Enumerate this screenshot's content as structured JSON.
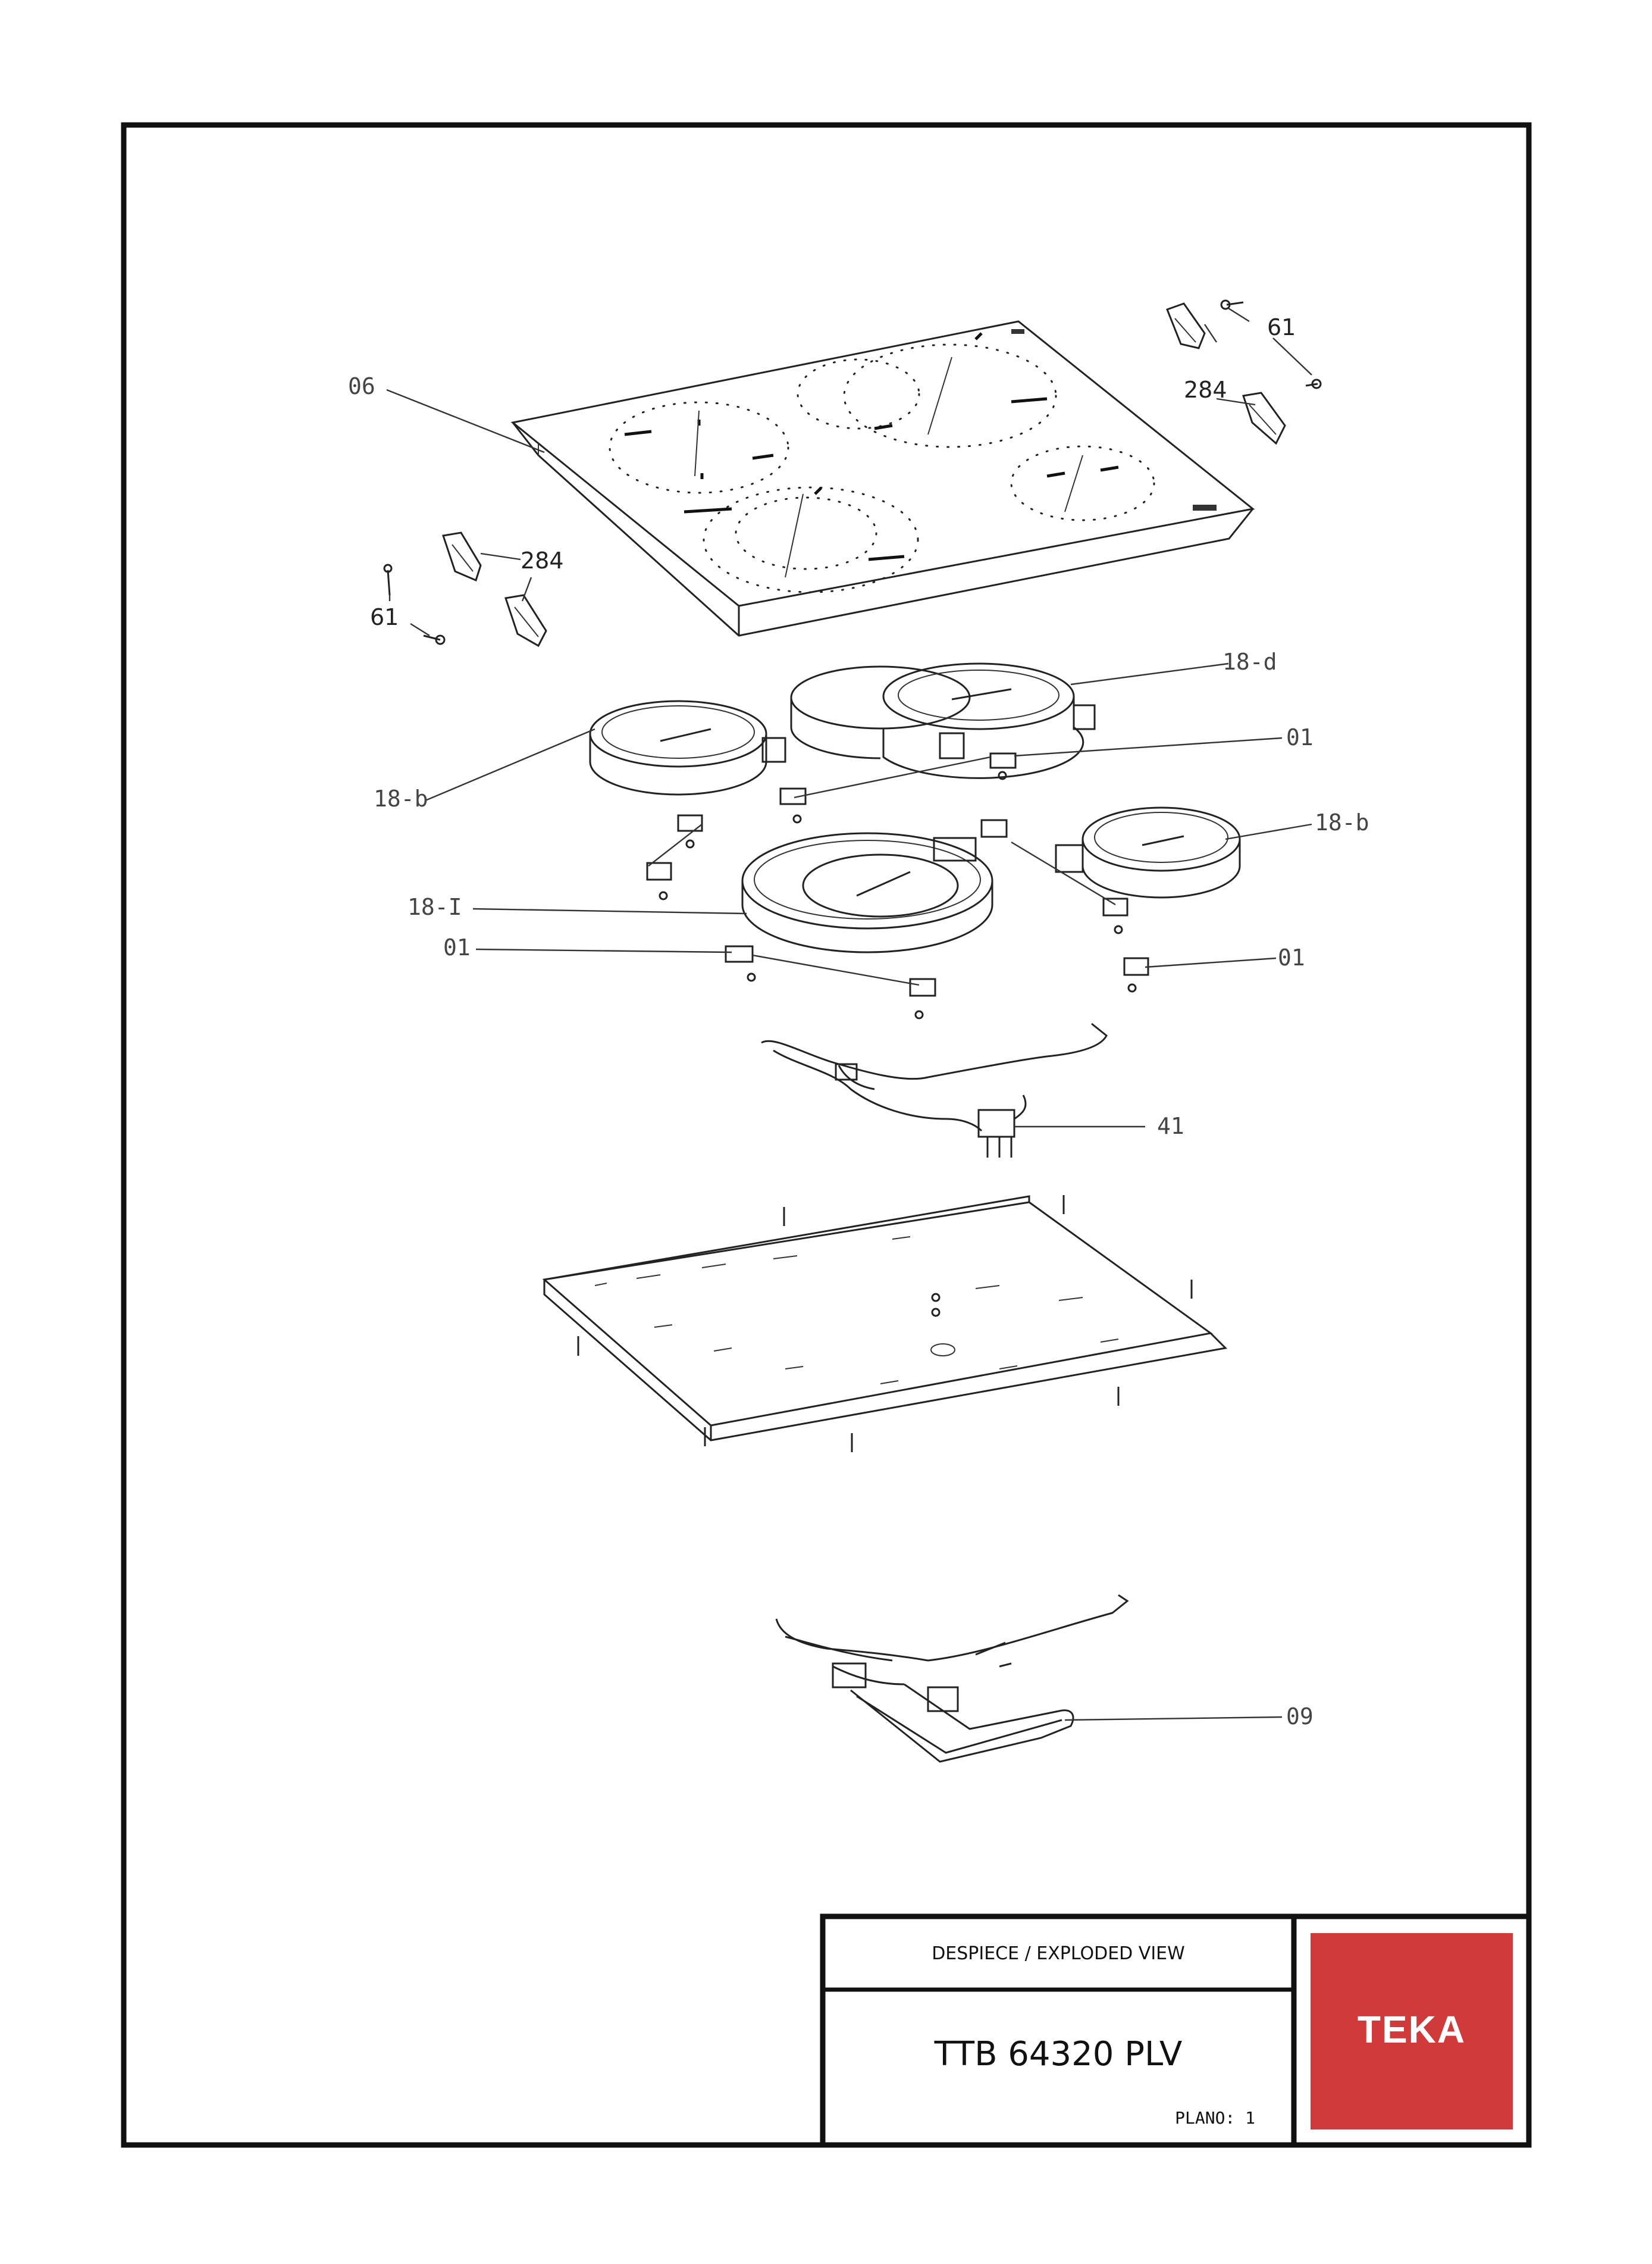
{
  "title_block": {
    "header": "DESPIECE / EXPLODED VIEW",
    "model": "TTB 64320 PLV",
    "plano_label": "PLANO: 1"
  },
  "brand": {
    "name": "TEKA",
    "color": "#d03a3a"
  },
  "callouts": {
    "glass_top": "06",
    "clip_top": "284",
    "screw_top": "61",
    "clip_left": "284",
    "screw_left": "61",
    "element_dual": "18-d",
    "element_left": "18-b",
    "element_right": "18-b",
    "element_large": "18-I",
    "bracket_a": "01",
    "bracket_b": "01",
    "bracket_c": "01",
    "wiring_harness": "41",
    "control_board": "09"
  }
}
